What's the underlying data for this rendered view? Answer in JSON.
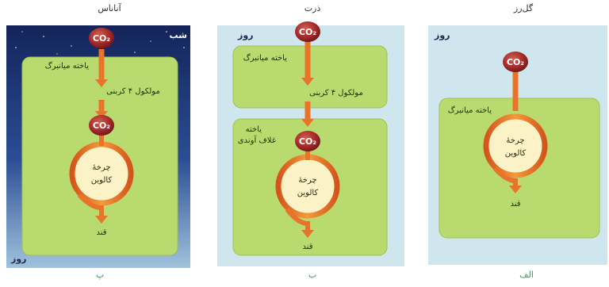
{
  "panels": [
    {
      "title": "آناناس",
      "top_label": "شب",
      "bottom_label": "روز",
      "cell_label": "یاخته میانبرگ",
      "molecule_label": "مولکول ۴ کربنی",
      "co2_top": "CO₂",
      "co2_mid": "CO₂",
      "cycle_label_1": "چرخهٔ",
      "cycle_label_2": "کالوین",
      "sugar_label": "قند",
      "letter": "پ"
    },
    {
      "title": "ذرت",
      "top_label": "روز",
      "cell_label": "یاخته میانبرگ",
      "molecule_label": "مولکول ۴ کربنی",
      "sheath_label_1": "یاخته",
      "sheath_label_2": "غلاف آوندی",
      "co2_top": "CO₂",
      "co2_mid": "CO₂",
      "cycle_label_1": "چرخهٔ",
      "cycle_label_2": "کالوین",
      "sugar_label": "قند",
      "letter": "ب"
    },
    {
      "title": "گل‌رز",
      "top_label": "روز",
      "cell_label": "یاخته میانبرگ",
      "co2_top": "CO₂",
      "cycle_label_1": "چرخهٔ",
      "cycle_label_2": "کالوین",
      "sugar_label": "قند",
      "letter": "الف"
    }
  ],
  "colors": {
    "night_bg": "#1a2f6a",
    "panel_bg": "#cfe6ee",
    "cell_green": "#b8da6e",
    "cell_border": "#9cc44e",
    "arrow_orange": "#e8742a",
    "cycle_fill": "#fbf2c8",
    "co2_red": "#a52a2a",
    "letter_green": "#3a9a5a"
  }
}
